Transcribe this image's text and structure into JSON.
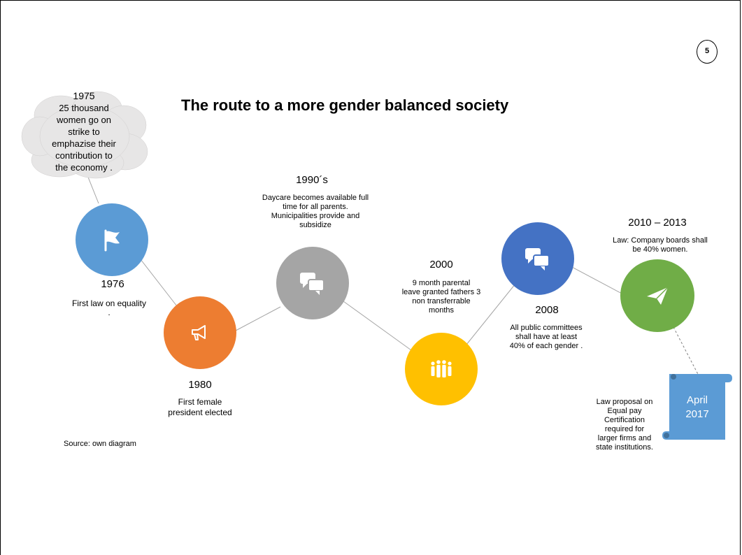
{
  "page_number": "5",
  "title": "The route to a more gender balanced society",
  "source": "Source: own diagram",
  "cloud": {
    "year": "1975",
    "lines": [
      "25 thousand",
      "women  go on",
      "strike to",
      "emphazise their",
      "contribution to",
      "the economy ."
    ]
  },
  "events": {
    "e1976": {
      "year": "1976",
      "lines": [
        "First law on equality",
        "."
      ],
      "color": "#5b9bd5",
      "icon": "flag-icon"
    },
    "e1980": {
      "year": "1980",
      "lines": [
        "First female",
        "president  elected"
      ],
      "color": "#ed7d31",
      "icon": "megaphone-icon"
    },
    "e1990": {
      "year": "1990´s",
      "lines": [
        "Daycare becomes available full",
        "time for all parents.",
        "Municipalities provide and",
        "subsidize"
      ],
      "color": "#a5a5a5",
      "icon": "chat-bubbles-icon"
    },
    "e2000": {
      "year": "2000",
      "lines": [
        "9 month parental",
        "leave granted fathers 3",
        "non transferrable",
        "months"
      ],
      "color": "#ffc000",
      "icon": "people-icon"
    },
    "e2008": {
      "year": "2008",
      "lines": [
        "All  public committees",
        "shall  have  at least",
        "40% of each gender ."
      ],
      "color": "#4472c4",
      "icon": "chat-bubbles-icon"
    },
    "e2010": {
      "year": "2010 – 2013",
      "lines": [
        "Law: Company boards shall",
        "be 40% women."
      ],
      "color": "#70ad47",
      "icon": "paper-plane-icon"
    }
  },
  "scroll": {
    "lines": [
      "April",
      "2017"
    ],
    "color": "#5b9bd5"
  },
  "proposal": {
    "lines": [
      "Law proposal on",
      "Equal pay",
      "Certification",
      "required for",
      "larger firms and",
      "state institutions."
    ]
  }
}
